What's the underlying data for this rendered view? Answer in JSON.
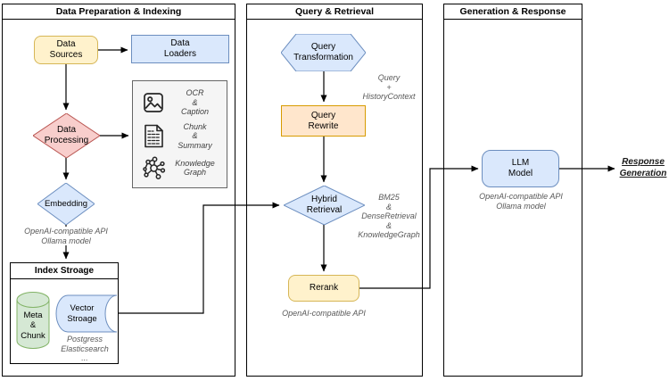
{
  "diagram": {
    "sections": {
      "s1": {
        "title": "Data Preparation & Indexing"
      },
      "s2": {
        "title": "Query & Retrieval"
      },
      "s3": {
        "title": "Generation & Response"
      }
    },
    "nodes": {
      "data_sources": "Data\nSources",
      "data_loaders": "Data\nLoaders",
      "data_processing": "Data\nProcessing",
      "embedding": "Embedding",
      "index_storage_title": "Index Stroage",
      "meta_chunk": "Meta\n&\nChunk",
      "vector_storage": "Vector\nStroage",
      "query_transformation": "Query\nTransformation",
      "query_rewrite": "Query\nRewrite",
      "hybrid_retrieval": "Hybrid\nRetrieval",
      "rerank": "Rerank",
      "llm_model": "LLM\nModel"
    },
    "process_box": {
      "items": [
        {
          "icon": "image-icon",
          "label": "OCR\n&\nCaption"
        },
        {
          "icon": "document-icon",
          "label": "Chunk\n&\nSummary"
        },
        {
          "icon": "knowledge-graph-icon",
          "label": "Knowledge\nGraph"
        }
      ]
    },
    "annotations": {
      "embedding_api": "OpenAI-compatible API\nOllama model",
      "storage_engines": "Postgress\nElasticsearch\n...",
      "query_context": "Query\n+\nHistoryContext",
      "retrieval_methods": "BM25\n&\nDenseRetrieval\n&\nKnowledgeGraph",
      "rerank_api": "OpenAI-compatible API",
      "llm_api": "OpenAI-compatible API\nOllama model",
      "output_label": "Response\nGeneration"
    },
    "colors": {
      "yellow_fill": "#FFF2CC",
      "yellow_stroke": "#D6B656",
      "blue_fill": "#DAE8FC",
      "blue_stroke": "#6C8EBF",
      "red_fill": "#F8CECC",
      "red_stroke": "#B85450",
      "orange_fill": "#FFE6CC",
      "orange_stroke": "#D79B00",
      "green_fill": "#D5E8D4",
      "green_stroke": "#82B366",
      "gray_fill": "#F5F5F5",
      "gray_stroke": "#666666",
      "line": "#000000"
    }
  }
}
